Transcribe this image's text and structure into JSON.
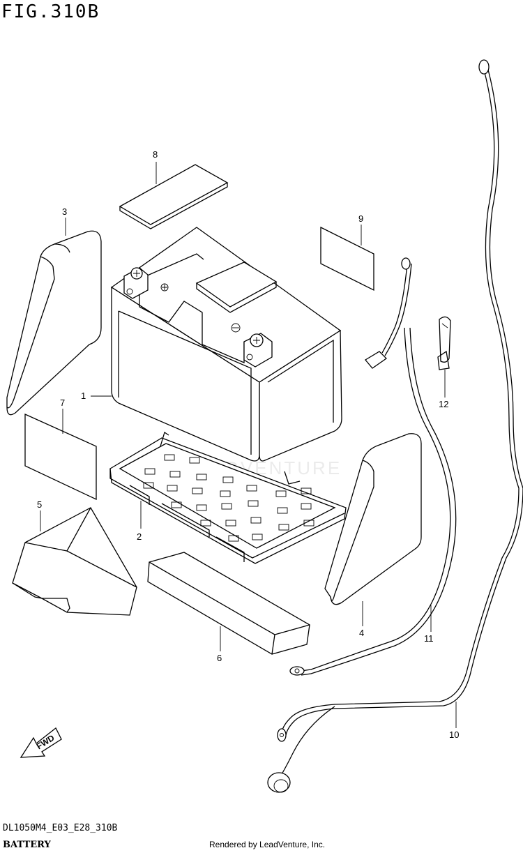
{
  "figure_title": "FIG.310B",
  "diagram_code": "DL1050M4_E03_E28_310B",
  "section_caption": "BATTERY",
  "rendered_by": "Rendered by LeadVenture, Inc.",
  "watermark": "LEADVENTURE",
  "fwd_label": "FWD",
  "callouts": [
    "1",
    "2",
    "3",
    "4",
    "5",
    "6",
    "7",
    "8",
    "9",
    "10",
    "11",
    "12"
  ],
  "colors": {
    "line": "#000000",
    "background": "#ffffff",
    "watermark": "#d9d9d9"
  }
}
